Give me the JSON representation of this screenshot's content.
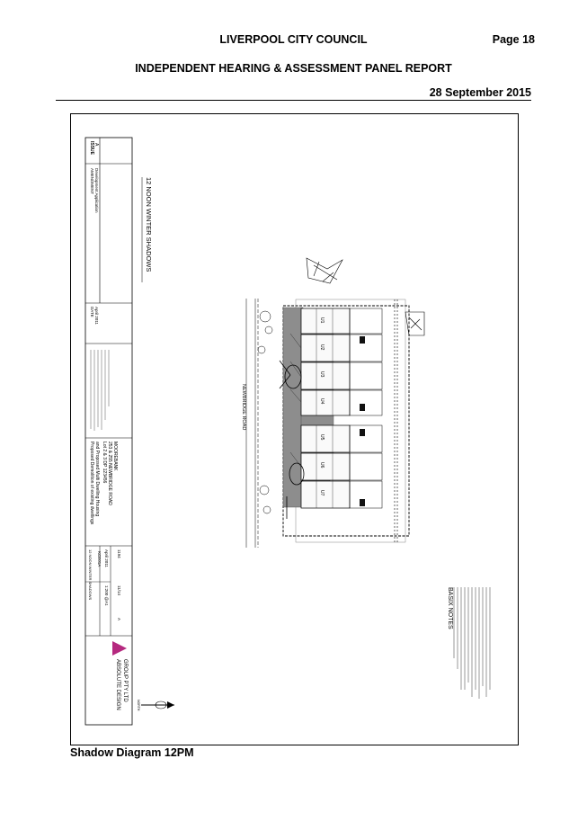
{
  "header": {
    "council": "LIVERPOOL CITY COUNCIL",
    "page": "Page 18",
    "report_title": "INDEPENDENT HEARING & ASSESSMENT PANEL REPORT",
    "date": "28 September 2015"
  },
  "drawing": {
    "sheet_title": "12 NOON WINTER SHADOWS",
    "table_headers": {
      "issue": "ISSUE",
      "amendment": "AMENDMENT",
      "date": "DATE"
    },
    "rev": {
      "issue": "A",
      "amendment": "Development Application",
      "date": "April 2011"
    },
    "project_lines": [
      "Proposed Demolition of existing dwellings",
      "and Proposed Multi Dwelling Housing",
      "Lot 2 & 3 DP 123456",
      "253 & 255 NEWBRIDGE ROAD",
      "MOOREBANK"
    ],
    "drawing_title": "12 NOON WINTER SHADOWS",
    "job": "KCE01A",
    "date_issue": "April 2011",
    "scale": "1:200 @A1",
    "sheet_no": "1194",
    "total": "11/14",
    "revision": "A",
    "firm_line1": "ABSOLUTE DESIGN",
    "firm_line2": "GROUP PTY LTD",
    "road_label": "NEWBRIDGE ROAD",
    "units": [
      "U1",
      "U2",
      "U3",
      "U4",
      "U5",
      "U6",
      "U7"
    ],
    "notes_title": "BASIX NOTES",
    "north": "NORTH"
  },
  "caption": "Shadow Diagram 12PM"
}
